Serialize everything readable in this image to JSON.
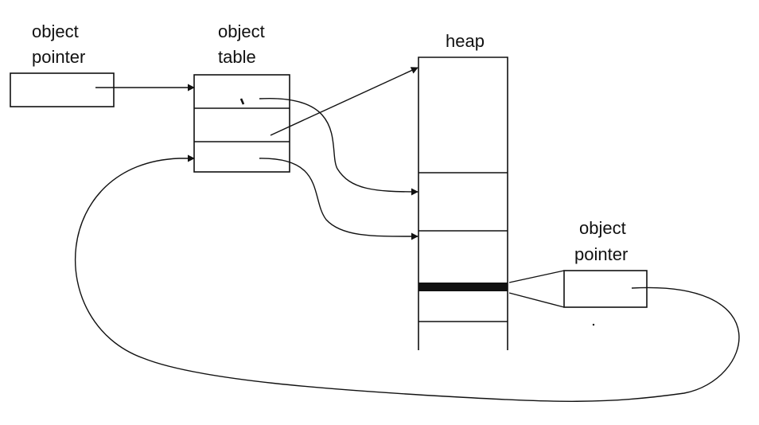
{
  "labels": {
    "left_pointer_line1": "object",
    "left_pointer_line2": "pointer",
    "table_line1": "object",
    "table_line2": "table",
    "heap": "heap",
    "right_pointer_line1": "object",
    "right_pointer_line2": "pointer"
  },
  "colors": {
    "ink": "#111111",
    "background": "#ffffff"
  }
}
